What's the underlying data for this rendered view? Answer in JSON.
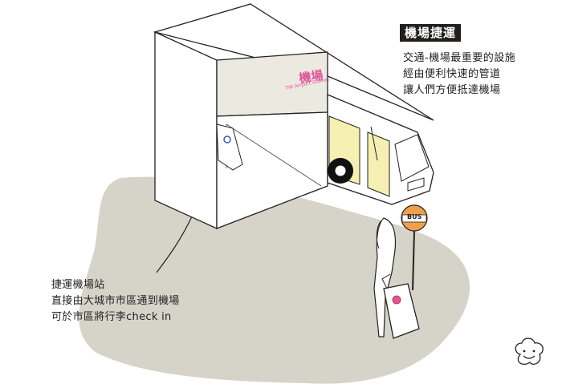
{
  "heading": "機場捷運",
  "description_lines": [
    "交通-機場最重要的設施",
    "經由便利快速的管道",
    "讓人們方便抵達機場"
  ],
  "caption_lines": [
    "捷運機場站",
    "直接由大城市市區通到機場",
    "可於市區將行李check in"
  ],
  "sign": {
    "title": "機場",
    "subtitle": "TW Airport Station",
    "color": "#e0559a"
  },
  "bus_stop": {
    "label": "BUS",
    "color": "#f0a04b"
  },
  "colors": {
    "ground": "#d6d3c8",
    "wall": "#ece9e1",
    "window": "#f6efb2",
    "ink": "#231f1c"
  },
  "icons": [
    "building",
    "bus",
    "bus-stop-sign",
    "traveler",
    "luggage",
    "smiley-cloud-icon"
  ]
}
